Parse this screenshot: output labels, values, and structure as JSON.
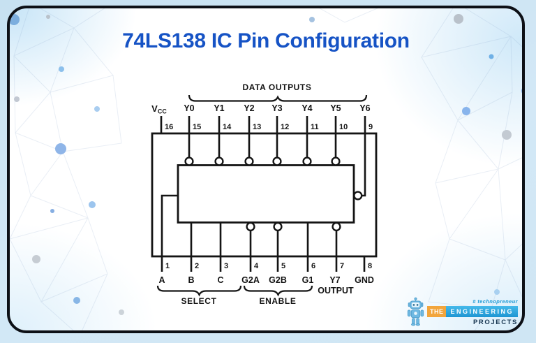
{
  "title": "74LS138 IC Pin Configuration",
  "diagram": {
    "group_labels": {
      "data_outputs": "DATA OUTPUTS",
      "select": "SELECT",
      "enable": "ENABLE",
      "output": "OUTPUT"
    },
    "vcc": {
      "base": "V",
      "sub": "CC"
    },
    "top_pins": [
      {
        "name": "VCC",
        "number": "16"
      },
      {
        "name": "Y0",
        "number": "15"
      },
      {
        "name": "Y1",
        "number": "14"
      },
      {
        "name": "Y2",
        "number": "13"
      },
      {
        "name": "Y3",
        "number": "12"
      },
      {
        "name": "Y4",
        "number": "11"
      },
      {
        "name": "Y5",
        "number": "10"
      },
      {
        "name": "Y6",
        "number": "9"
      }
    ],
    "bottom_pins": [
      {
        "name": "A",
        "number": "1"
      },
      {
        "name": "B",
        "number": "2"
      },
      {
        "name": "C",
        "number": "3"
      },
      {
        "name": "G2A",
        "number": "4"
      },
      {
        "name": "G2B",
        "number": "5"
      },
      {
        "name": "G1",
        "number": "6"
      },
      {
        "name": "Y7",
        "number": "7"
      },
      {
        "name": "GND",
        "number": "8"
      }
    ]
  },
  "logo": {
    "tagline": "# technopreneur",
    "word_the": "THE",
    "word_engineering": "ENGINEERING",
    "word_projects": "PROJECTS"
  },
  "colors": {
    "title_blue": "#1653c5",
    "line_black": "#141414",
    "logo_orange": "#f2a53c",
    "logo_blue": "#2aa7e0",
    "logo_navy": "#16344f",
    "tagline_blue": "#1e9ad6"
  }
}
